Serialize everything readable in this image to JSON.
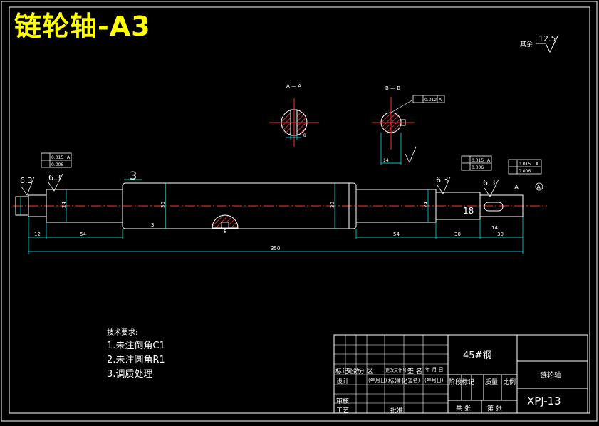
{
  "title": "链轮轴-A3",
  "roughness_note": {
    "label": "其余",
    "value": "12.5"
  },
  "section_labels": {
    "a": "A — A",
    "b": "B — B"
  },
  "roughness_marks": [
    "6.3",
    "6.3",
    "6.3",
    "6.3"
  ],
  "tolerance_frames": {
    "left": [
      {
        "value": "0.015",
        "datum": "A"
      },
      {
        "value": "0.006",
        "datum": ""
      }
    ],
    "mid_right": [
      {
        "value": "0.015",
        "datum": "A"
      },
      {
        "value": "0.006",
        "datum": ""
      }
    ],
    "right": [
      {
        "value": "0.015",
        "datum": "A"
      },
      {
        "value": "0.006",
        "datum": ""
      }
    ],
    "section_b": [
      {
        "value": "0.012",
        "datum": "A"
      }
    ]
  },
  "dimensions": {
    "left_end_len": "12",
    "left_step_len": "54",
    "right_step_len": "54",
    "right_seg_a": "30",
    "right_seg_b": "30",
    "overall": "350",
    "dia_left": "24",
    "dia_mid": "30",
    "dia_mid2": "30",
    "dia_right": "24",
    "key_depth": "8",
    "key_width": "3",
    "sec_a_width": "8",
    "sec_b_key": "14",
    "right_key_len": "14",
    "groove": "3",
    "right_end_dia": "18",
    "datum_a": "A"
  },
  "technical_requirements": {
    "heading": "技术要求:",
    "items": [
      "1.未注倒角C1",
      "2.未注圆角R1",
      "3.调质处理"
    ]
  },
  "title_block": {
    "material": "45#钢",
    "part_name": "链轮轴",
    "drawing_no": "XPJ-13",
    "row_labels": {
      "mark": "标记",
      "count": "处数",
      "zone": "分 区",
      "doc": "更改文件号",
      "sign": "签 名",
      "date": "年 月 日",
      "design": "设计",
      "std": "标准化",
      "check": "审核",
      "process": "工艺",
      "approve": "批准",
      "stage": "阶段标记",
      "weight": "质量",
      "scale": "比例",
      "sheets_total": "共 张",
      "sheet_no": "第 张"
    },
    "sub_labels": {
      "ym1": "(年月日)",
      "sign2": "(签名)",
      "ym2": "(年月日)"
    }
  },
  "colors": {
    "background": "#000000",
    "line": "#ffffff",
    "dim": "#00ffff",
    "center": "#ff0000",
    "accent": "#ffff00",
    "hatch": "#ff0000"
  }
}
